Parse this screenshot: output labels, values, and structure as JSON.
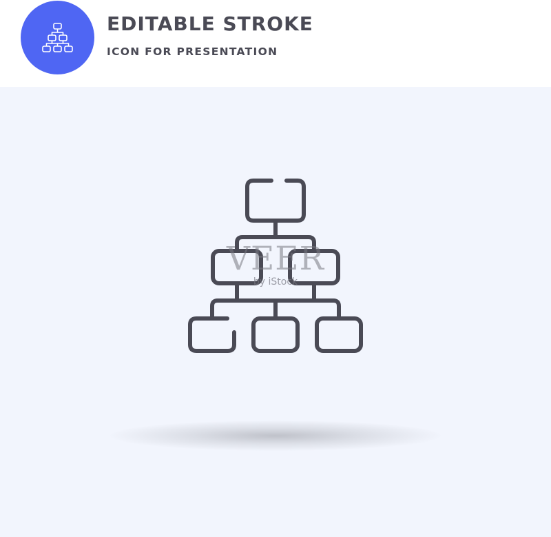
{
  "header": {
    "title": "EDITABLE STROKE",
    "subtitle": "ICON FOR PRESENTATION"
  },
  "watermark": {
    "main": "VEER",
    "sub": "by iStock"
  },
  "colors": {
    "badge": "#4f66f3",
    "stroke": "#4a4a55",
    "background": "#f2f5fd"
  },
  "icon": {
    "name": "hierarchy-icon"
  }
}
